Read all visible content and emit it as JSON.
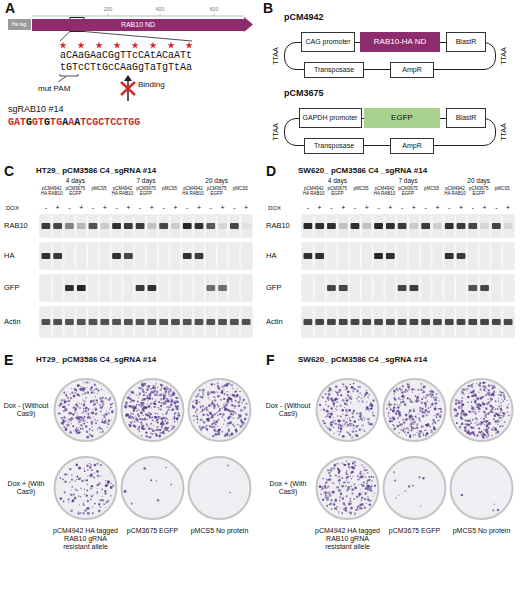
{
  "diagram": {
    "nodes": [
      {
        "text": [
          "Ha tag"
        ]
      },
      {
        "text": [
          "RAB10 ND"
        ]
      },
      {
        "text": [
          "pCM4942"
        ]
      },
      {
        "text": [
          "CAG promoter"
        ],
        "in": 2
      },
      {
        "text": [
          "RAB10-HA ND"
        ],
        "in": 2
      },
      {
        "text": [
          "BlastR"
        ],
        "in": 2
      },
      {
        "text": [
          "Transposase"
        ],
        "in": 2
      },
      {
        "text": [
          "AmpR"
        ],
        "in": 2
      },
      {
        "text": [
          "pCM3675"
        ]
      },
      {
        "text": [
          "GAPDH promoter"
        ],
        "in": 8
      },
      {
        "text": [
          "EGFP"
        ],
        "in": 8
      },
      {
        "text": [
          "BlastR"
        ],
        "in": 8
      },
      {
        "text": [
          "Transposase"
        ],
        "in": 8
      },
      {
        "text": [
          "AmpR"
        ],
        "in": 8
      }
    ],
    "labels": [
      "A",
      "200",
      "400",
      "600",
      "aCAaGAaCGgTTcCAtACaATt",
      "tGTcCTtGcCAaGgTaTgTtAa",
      "mut PAM",
      "Binding",
      "sgRAB10 #14",
      "GATGGTGTGAAATCGCTCCTGG",
      "B",
      "TTAA",
      "TTAA",
      "TTAA",
      "TTAA",
      "C",
      "HT29_ pCM3586 C4_sgRNA #14",
      "4 days",
      "7 days",
      "20 days",
      "pCM4942 HA RAB10",
      "pCM3675 EGFP",
      "pMCS5",
      "pCM4942 HA RAB10",
      "pCM3675 EGFP",
      "pMCS5",
      "pCM4942 HA RAB10",
      "pCM3675 EGFP",
      "pMCS5",
      "DOX",
      "-",
      "+",
      "-",
      "+",
      "-",
      "+",
      "-",
      "+",
      "-",
      "+",
      "-",
      "+",
      "-",
      "+",
      "-",
      "+",
      "-",
      "+",
      "RAB10",
      "HA",
      "GFP",
      "Actin",
      "D",
      "SW620_ pCM3586 C4 _sgRNA #14",
      "4 days",
      "7 days",
      "20 days",
      "pCM4942 HA RAB10",
      "pCM3675 EGFP",
      "pMCS5",
      "pCM4942 HA RAB10",
      "pCM3675 EGFP",
      "pMCS5",
      "pCM4942 HA RAB10",
      "pCM3675 EGFP",
      "pMCS5",
      "DOX",
      "-",
      "+",
      "-",
      "+",
      "-",
      "+",
      "-",
      "+",
      "-",
      "+",
      "-",
      "+",
      "-",
      "+",
      "-",
      "+",
      "-",
      "+",
      "RAB10",
      "HA",
      "GFP",
      "Actin",
      "E",
      "HT29_ pCM3586 C4_sgRNA #14",
      "Dox - (Without Cas9)",
      "Dox + (With Cas9)",
      "pCM4942 HA tagged RAB10 gRNA resistant allele",
      "pCM3675 EGFP",
      "pMCS5 No protein",
      "F",
      "SW620_ pCM3586 C4 _sgRNA #14",
      "Dox - (Without Cas9)",
      "Dox + (With Cas9)",
      "pCM4942 HA tagged RAB10 gRNA resistant allele",
      "pCM3675 EGFP",
      "pMCS5 No protein"
    ]
  }
}
